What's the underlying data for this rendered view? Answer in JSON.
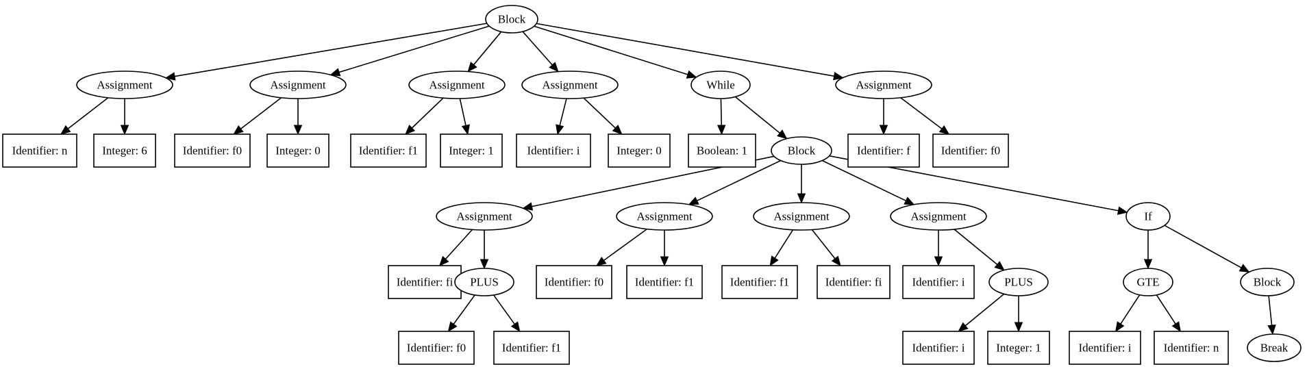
{
  "diagram": {
    "type": "abstract-syntax-tree",
    "nodes": [
      {
        "id": "n1",
        "label": "Block",
        "shape": "ellipse"
      },
      {
        "id": "n2",
        "label": "Assignment",
        "shape": "ellipse"
      },
      {
        "id": "n3",
        "label": "Assignment",
        "shape": "ellipse"
      },
      {
        "id": "n4",
        "label": "Assignment",
        "shape": "ellipse"
      },
      {
        "id": "n5",
        "label": "Assignment",
        "shape": "ellipse"
      },
      {
        "id": "n6",
        "label": "While",
        "shape": "ellipse"
      },
      {
        "id": "n7",
        "label": "Assignment",
        "shape": "ellipse"
      },
      {
        "id": "n8",
        "label": "Identifier: n",
        "shape": "box"
      },
      {
        "id": "n9",
        "label": "Integer: 6",
        "shape": "box"
      },
      {
        "id": "n10",
        "label": "Identifier: f0",
        "shape": "box"
      },
      {
        "id": "n11",
        "label": "Integer: 0",
        "shape": "box"
      },
      {
        "id": "n12",
        "label": "Identifier: f1",
        "shape": "box"
      },
      {
        "id": "n13",
        "label": "Integer: 1",
        "shape": "box"
      },
      {
        "id": "n14",
        "label": "Identifier: i",
        "shape": "box"
      },
      {
        "id": "n15",
        "label": "Integer: 0",
        "shape": "box"
      },
      {
        "id": "n16",
        "label": "Boolean: 1",
        "shape": "box"
      },
      {
        "id": "n17",
        "label": "Block",
        "shape": "ellipse"
      },
      {
        "id": "n18",
        "label": "Identifier: f",
        "shape": "box"
      },
      {
        "id": "n19",
        "label": "Identifier: f0",
        "shape": "box"
      },
      {
        "id": "n20",
        "label": "Assignment",
        "shape": "ellipse"
      },
      {
        "id": "n21",
        "label": "Assignment",
        "shape": "ellipse"
      },
      {
        "id": "n22",
        "label": "Assignment",
        "shape": "ellipse"
      },
      {
        "id": "n23",
        "label": "Assignment",
        "shape": "ellipse"
      },
      {
        "id": "n24",
        "label": "If",
        "shape": "ellipse"
      },
      {
        "id": "n25",
        "label": "Identifier: fi",
        "shape": "box"
      },
      {
        "id": "n26",
        "label": "PLUS",
        "shape": "ellipse"
      },
      {
        "id": "n27",
        "label": "Identifier: f0",
        "shape": "box"
      },
      {
        "id": "n28",
        "label": "Identifier: f1",
        "shape": "box"
      },
      {
        "id": "n29",
        "label": "Identifier: f1",
        "shape": "box"
      },
      {
        "id": "n30",
        "label": "Identifier: fi",
        "shape": "box"
      },
      {
        "id": "n31",
        "label": "Identifier: i",
        "shape": "box"
      },
      {
        "id": "n32",
        "label": "PLUS",
        "shape": "ellipse"
      },
      {
        "id": "n33",
        "label": "GTE",
        "shape": "ellipse"
      },
      {
        "id": "n34",
        "label": "Block",
        "shape": "ellipse"
      },
      {
        "id": "n35",
        "label": "Identifier: f0",
        "shape": "box"
      },
      {
        "id": "n36",
        "label": "Identifier: f1",
        "shape": "box"
      },
      {
        "id": "n37",
        "label": "Identifier: i",
        "shape": "box"
      },
      {
        "id": "n38",
        "label": "Integer: 1",
        "shape": "box"
      },
      {
        "id": "n39",
        "label": "Identifier: i",
        "shape": "box"
      },
      {
        "id": "n40",
        "label": "Identifier: n",
        "shape": "box"
      },
      {
        "id": "n41",
        "label": "Break",
        "shape": "ellipse"
      }
    ],
    "edges": [
      [
        "n1",
        "n2"
      ],
      [
        "n1",
        "n3"
      ],
      [
        "n1",
        "n4"
      ],
      [
        "n1",
        "n5"
      ],
      [
        "n1",
        "n6"
      ],
      [
        "n1",
        "n7"
      ],
      [
        "n2",
        "n8"
      ],
      [
        "n2",
        "n9"
      ],
      [
        "n3",
        "n10"
      ],
      [
        "n3",
        "n11"
      ],
      [
        "n4",
        "n12"
      ],
      [
        "n4",
        "n13"
      ],
      [
        "n5",
        "n14"
      ],
      [
        "n5",
        "n15"
      ],
      [
        "n6",
        "n16"
      ],
      [
        "n6",
        "n17"
      ],
      [
        "n7",
        "n18"
      ],
      [
        "n7",
        "n19"
      ],
      [
        "n17",
        "n20"
      ],
      [
        "n17",
        "n21"
      ],
      [
        "n17",
        "n22"
      ],
      [
        "n17",
        "n23"
      ],
      [
        "n17",
        "n24"
      ],
      [
        "n20",
        "n25"
      ],
      [
        "n20",
        "n26"
      ],
      [
        "n26",
        "n35"
      ],
      [
        "n26",
        "n36"
      ],
      [
        "n21",
        "n27"
      ],
      [
        "n21",
        "n28"
      ],
      [
        "n22",
        "n29"
      ],
      [
        "n22",
        "n30"
      ],
      [
        "n23",
        "n31"
      ],
      [
        "n23",
        "n32"
      ],
      [
        "n32",
        "n37"
      ],
      [
        "n32",
        "n38"
      ],
      [
        "n24",
        "n33"
      ],
      [
        "n24",
        "n34"
      ],
      [
        "n33",
        "n39"
      ],
      [
        "n33",
        "n40"
      ],
      [
        "n34",
        "n41"
      ]
    ]
  }
}
